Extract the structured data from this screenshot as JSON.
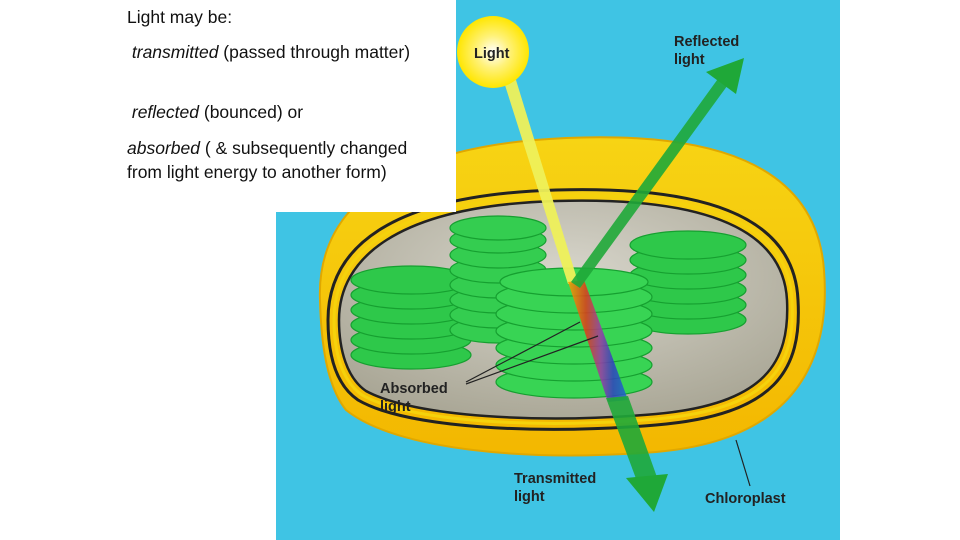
{
  "slide": {
    "intro": "Light may be:",
    "items": [
      {
        "term": "transmitted",
        "rest": " (passed through matter)"
      },
      {
        "term": "reflected",
        "rest": " (bounced) or"
      },
      {
        "term": "absorbed",
        "rest": " ( & subsequently changed from light energy to another form)"
      }
    ]
  },
  "diagram": {
    "labels": {
      "sun": "Light",
      "reflected_1": "Reflected",
      "reflected_2": "light",
      "absorbed_1": "Absorbed",
      "absorbed_2": "light",
      "transmitted_1": "Transmitted",
      "transmitted_2": "light",
      "chloroplast": "Chloroplast"
    },
    "colors": {
      "background": "#3fc4e4",
      "outer_membrane": "#f5d20c",
      "stroma": "#b9b6a6",
      "grana": "#2ec84a",
      "arrow": "#1fa838",
      "sun": "#ffe600"
    }
  }
}
